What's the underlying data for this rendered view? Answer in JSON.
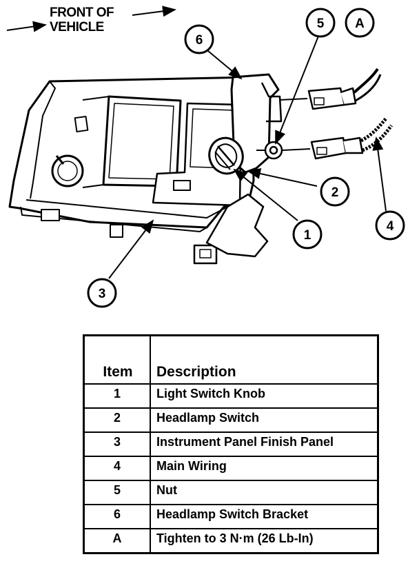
{
  "header": {
    "line1": "FRONT OF",
    "line2": "VEHICLE"
  },
  "callouts": [
    "6",
    "5",
    "A",
    "2",
    "1",
    "4",
    "3"
  ],
  "legend": {
    "col_item": "Item",
    "col_description": "Description",
    "rows": [
      {
        "item": "1",
        "description": "Light Switch Knob"
      },
      {
        "item": "2",
        "description": "Headlamp Switch"
      },
      {
        "item": "3",
        "description": "Instrument Panel Finish Panel"
      },
      {
        "item": "4",
        "description": "Main Wiring"
      },
      {
        "item": "5",
        "description": "Nut"
      },
      {
        "item": "6",
        "description": "Headlamp Switch Bracket"
      },
      {
        "item": "A",
        "description": "Tighten to 3 N·m (26 Lb-In)"
      }
    ]
  }
}
